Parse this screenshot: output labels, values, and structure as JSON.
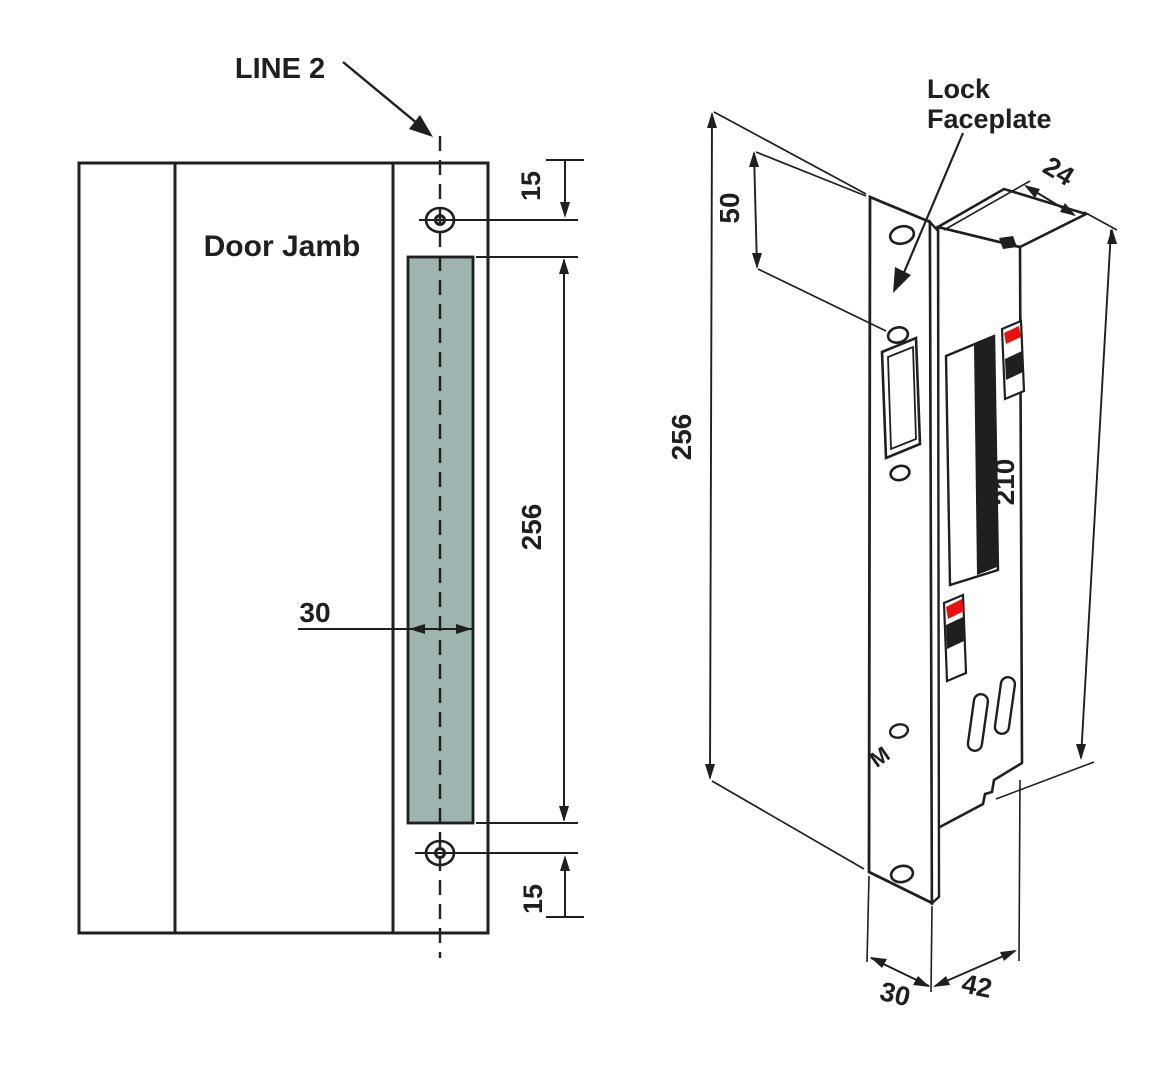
{
  "colors": {
    "line": "#1f1f1f",
    "cutout_fill": "#9db4b0",
    "indicator_red": "#e81111",
    "background": "#ffffff"
  },
  "front_view": {
    "part_label": "Door Jamb",
    "centerline_label": "LINE 2",
    "dim_top_screw_offset": "15",
    "dim_cutout_height": "256",
    "dim_cutout_width": "30",
    "dim_bottom_screw_offset": "15"
  },
  "iso_view": {
    "callout_line1": "Lock",
    "callout_line2": "Faceplate",
    "dim_hole_spacing": "50",
    "dim_faceplate_length": "256",
    "dim_body_width": "24",
    "dim_body_length": "210",
    "dim_faceplate_width": "30",
    "dim_body_depth": "42",
    "faceplate_marking": "M"
  }
}
